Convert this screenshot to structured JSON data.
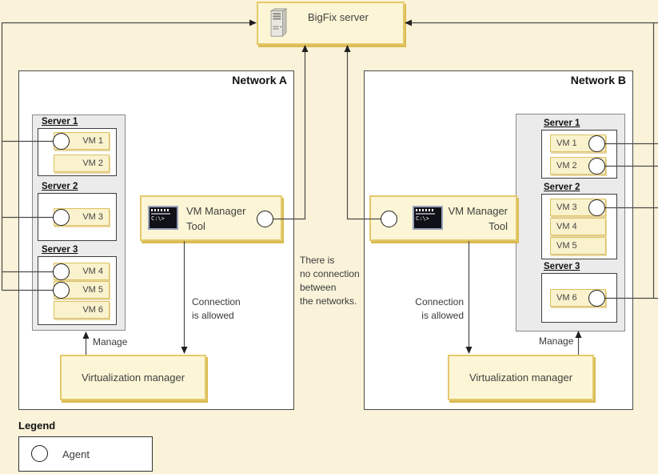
{
  "colors": {
    "page_bg": "#FAF3D9",
    "accent_fill": "#FCF6D6",
    "accent_border": "#E4C96A",
    "accent_shadow": "#DBBC55",
    "vm_fill": "#FAF2CD",
    "vm_border": "#DCC05E",
    "line_color": "#4A4A4A",
    "arrow_color": "#1F1F1F"
  },
  "bigfix_server": {
    "label": "BigFix server"
  },
  "middle_note": {
    "line1": "There is",
    "line2": "no connection",
    "line3": "between",
    "line4": "the networks."
  },
  "network_a": {
    "label": "Network A",
    "servers": [
      {
        "label": "Server 1",
        "vms": [
          {
            "label": "VM 1",
            "agent": true
          },
          {
            "label": "VM 2",
            "agent": false
          }
        ]
      },
      {
        "label": "Server 2",
        "vms": [
          {
            "label": "VM 3",
            "agent": true
          }
        ]
      },
      {
        "label": "Server 3",
        "vms": [
          {
            "label": "VM 4",
            "agent": true
          },
          {
            "label": "VM 5",
            "agent": true
          },
          {
            "label": "VM 6",
            "agent": false
          }
        ]
      }
    ],
    "vm_manager_tool": {
      "line1": "VM Manager",
      "line2": "Tool",
      "terminal_prompt": "C:\\>"
    },
    "virtualization_manager_label": "Virtualization manager",
    "manage_label": "Manage",
    "connection_line1": "Connection",
    "connection_line2": "is allowed"
  },
  "network_b": {
    "label": "Network B",
    "servers": [
      {
        "label": "Server 1",
        "vms": [
          {
            "label": "VM 1",
            "agent": true
          },
          {
            "label": "VM 2",
            "agent": true
          }
        ]
      },
      {
        "label": "Server 2",
        "vms": [
          {
            "label": "VM 3",
            "agent": true
          },
          {
            "label": "VM 4",
            "agent": false
          },
          {
            "label": "VM 5",
            "agent": false
          }
        ]
      },
      {
        "label": "Server 3",
        "vms": [
          {
            "label": "VM 6",
            "agent": true
          }
        ]
      }
    ],
    "vm_manager_tool": {
      "line1": "VM Manager",
      "line2": "Tool",
      "terminal_prompt": "C:\\>"
    },
    "virtualization_manager_label": "Virtualization manager",
    "manage_label": "Manage",
    "connection_line1": "Connection",
    "connection_line2": "is allowed"
  },
  "legend": {
    "title": "Legend",
    "agent_label": "Agent"
  }
}
